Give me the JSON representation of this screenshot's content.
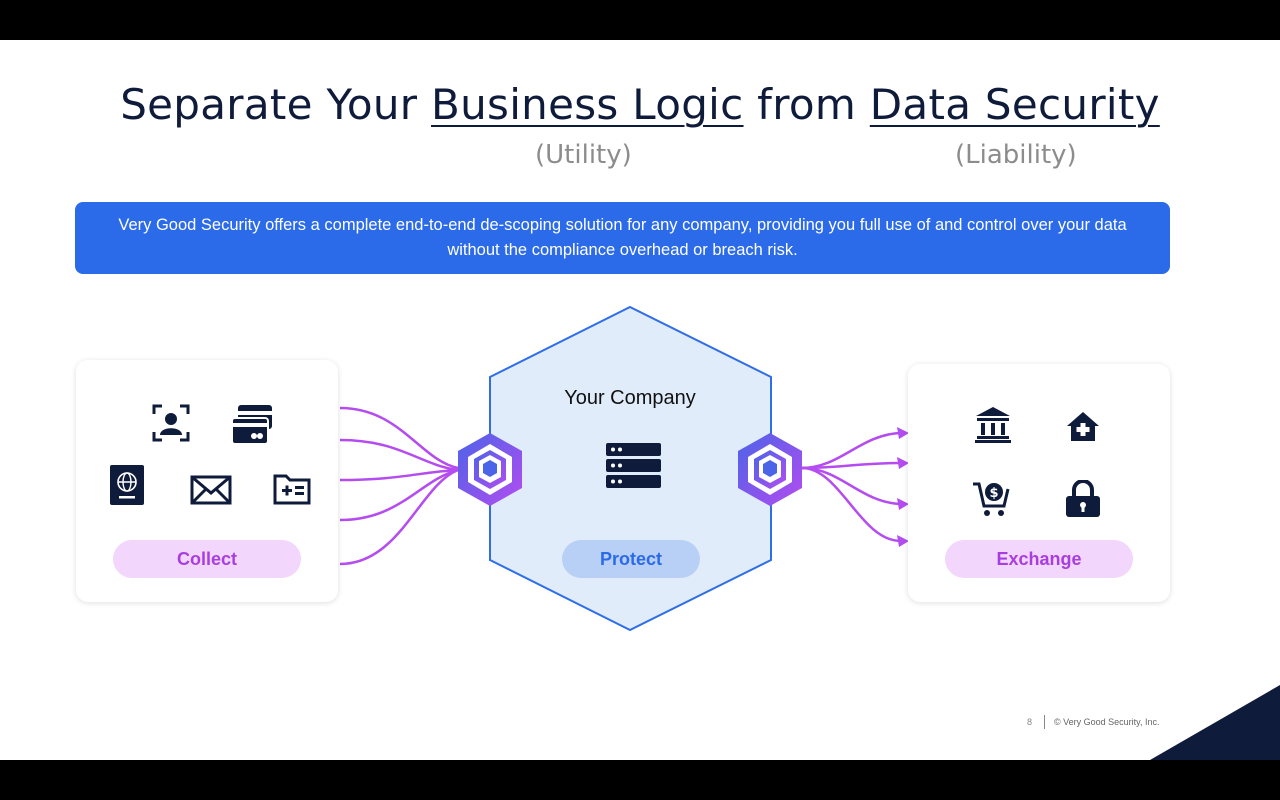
{
  "title": {
    "prefix": "Separate Your ",
    "link1": "Business Logic",
    "middle": " from ",
    "link2": "Data Security"
  },
  "subtitles": {
    "utility": "(Utility)",
    "liability": "(Liability)"
  },
  "banner_text": "Very Good Security offers a complete end-to-end de-scoping solution for any company, providing you full use of and control over your data without the compliance overhead or breach risk.",
  "diagram": {
    "company_label": "Your Company",
    "collect_label": "Collect",
    "protect_label": "Protect",
    "exchange_label": "Exchange",
    "collect_icons": [
      "user-id-icon",
      "credit-card-icon",
      "passport-icon",
      "envelope-icon",
      "medical-folder-icon"
    ],
    "exchange_icons": [
      "bank-icon",
      "house-medical-icon",
      "shopping-cart-dollar-icon",
      "lock-icon"
    ]
  },
  "colors": {
    "navy": "#0f1b3a",
    "banner_blue": "#2b6ae8",
    "purple": "#b44cf0",
    "hex_fill": "#e1ecfb",
    "hex_stroke": "#2f6ee6"
  },
  "footer": {
    "page_number": "8",
    "copyright": "© Very Good Security, Inc."
  }
}
